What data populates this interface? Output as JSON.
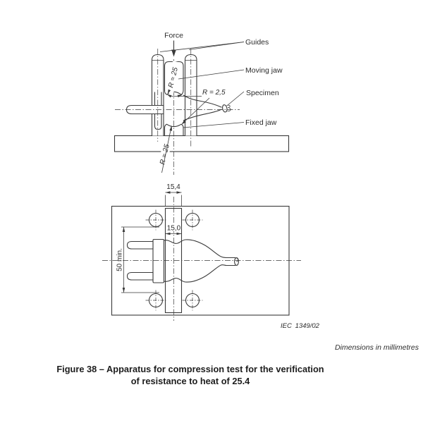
{
  "figure": {
    "caption_line1": "Figure 38 – Apparatus for compression test for the verification",
    "caption_line2": "of resistance to heat of 25.4",
    "units_note": "Dimensions in millimetres",
    "drawing_ref": "IEC 1349/02",
    "colors": {
      "line": "#3a3a3a",
      "text": "#2b2b2b",
      "background": "#ffffff"
    },
    "top_view": {
      "labels": {
        "force": "Force",
        "guides": "Guides",
        "moving_jaw": "Moving jaw",
        "specimen": "Specimen",
        "fixed_jaw": "Fixed jaw"
      },
      "dims": {
        "moving_jaw_face_radius": "R ≈ 25",
        "jaw_edge_radius": "R = 2,5",
        "fixed_jaw_face_radius": "R ≈ 25"
      }
    },
    "plan_view": {
      "dims": {
        "bar_width_outer": "15,4",
        "slot_width": "15,0",
        "hole_spacing": "50 min."
      }
    }
  }
}
